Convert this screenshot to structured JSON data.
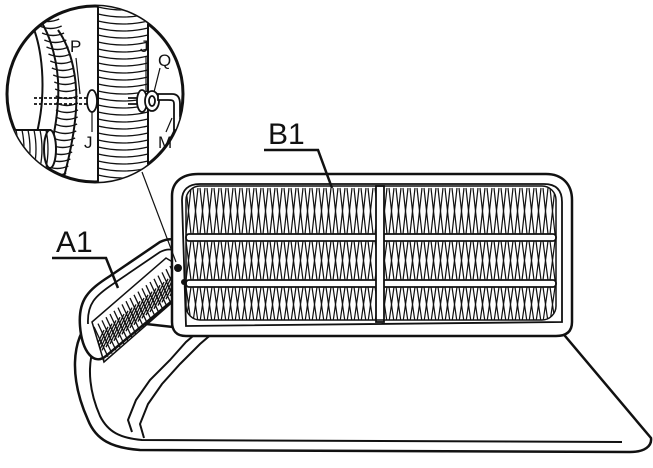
{
  "diagram": {
    "parts": {
      "back_panel": "B1",
      "side_armrest": "A1"
    },
    "detail_labels": {
      "p": "P",
      "j_top": "J",
      "q": "Q",
      "j_bottom": "J",
      "m": "M"
    },
    "colors": {
      "ink": "#111111",
      "paper": "#ffffff"
    }
  }
}
